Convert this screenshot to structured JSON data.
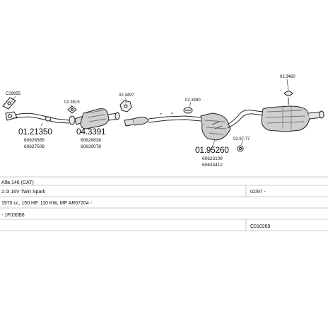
{
  "diagram": {
    "top_left_code": "C29855",
    "clamp_codes": {
      "c1": "02.3515",
      "c2": "02.3497",
      "c3": "02.3480",
      "c4": "02.3460",
      "gasket": "02.97.77"
    },
    "parts": [
      {
        "number": "01.21350",
        "refs": [
          "60626565",
          "60627509"
        ]
      },
      {
        "number": "04.3391",
        "refs": [
          "60626838",
          "60630078"
        ]
      },
      {
        "number": "01.95260",
        "refs": [
          "60623109",
          "60633412"
        ]
      }
    ]
  },
  "info": {
    "model": "Alfa 146 (CAT)",
    "engine": "2.0i 16V Twin Spark",
    "date": "02/97 -",
    "specs": "1970 cc, 150 HP, 110 KW, MP AR67204 -",
    "ref_left": "- 1F030B6",
    "ref_right": "C010269"
  }
}
